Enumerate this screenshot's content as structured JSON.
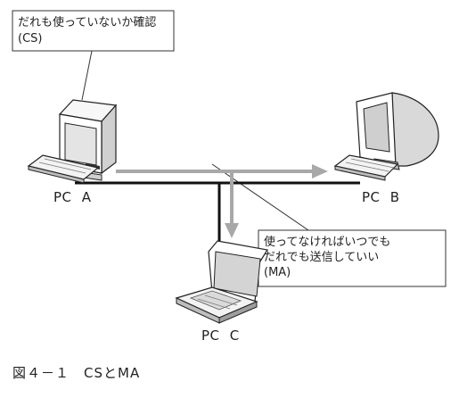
{
  "callout_cs": {
    "line1": "だれも使っていないか確認",
    "line2": "(CS)"
  },
  "callout_ma": {
    "line1": "使ってなければいつでも",
    "line2": "だれでも送信していい",
    "line3": "(MA)"
  },
  "pcs": {
    "a": "PC A",
    "b": "PC B",
    "c": "PC C"
  },
  "caption": "図４－１　CSとMA",
  "colors": {
    "cable": "#111111",
    "arrow": "#a8a8a8",
    "outline": "#222222"
  }
}
